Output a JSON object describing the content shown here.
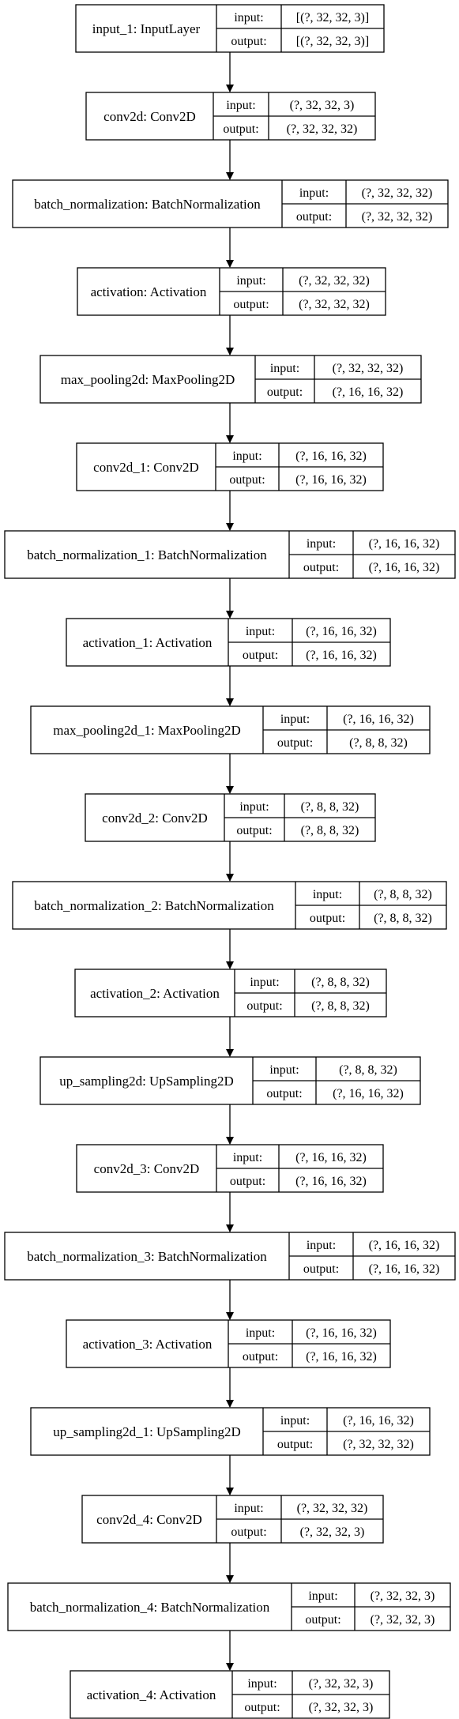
{
  "io_labels": {
    "input": "input:",
    "output": "output:"
  },
  "layers": [
    {
      "name": "input_1: InputLayer",
      "input": "[(?, 32, 32, 3)]",
      "output": "[(?, 32, 32, 3)]"
    },
    {
      "name": "conv2d: Conv2D",
      "input": "(?, 32, 32, 3)",
      "output": "(?, 32, 32, 32)"
    },
    {
      "name": "batch_normalization: BatchNormalization",
      "input": "(?, 32, 32, 32)",
      "output": "(?, 32, 32, 32)"
    },
    {
      "name": "activation: Activation",
      "input": "(?, 32, 32, 32)",
      "output": "(?, 32, 32, 32)"
    },
    {
      "name": "max_pooling2d: MaxPooling2D",
      "input": "(?, 32, 32, 32)",
      "output": "(?, 16, 16, 32)"
    },
    {
      "name": "conv2d_1: Conv2D",
      "input": "(?, 16, 16, 32)",
      "output": "(?, 16, 16, 32)"
    },
    {
      "name": "batch_normalization_1: BatchNormalization",
      "input": "(?, 16, 16, 32)",
      "output": "(?, 16, 16, 32)"
    },
    {
      "name": "activation_1: Activation",
      "input": "(?, 16, 16, 32)",
      "output": "(?, 16, 16, 32)"
    },
    {
      "name": "max_pooling2d_1: MaxPooling2D",
      "input": "(?, 16, 16, 32)",
      "output": "(?, 8, 8, 32)"
    },
    {
      "name": "conv2d_2: Conv2D",
      "input": "(?, 8, 8, 32)",
      "output": "(?, 8, 8, 32)"
    },
    {
      "name": "batch_normalization_2: BatchNormalization",
      "input": "(?, 8, 8, 32)",
      "output": "(?, 8, 8, 32)"
    },
    {
      "name": "activation_2: Activation",
      "input": "(?, 8, 8, 32)",
      "output": "(?, 8, 8, 32)"
    },
    {
      "name": "up_sampling2d: UpSampling2D",
      "input": "(?, 8, 8, 32)",
      "output": "(?, 16, 16, 32)"
    },
    {
      "name": "conv2d_3: Conv2D",
      "input": "(?, 16, 16, 32)",
      "output": "(?, 16, 16, 32)"
    },
    {
      "name": "batch_normalization_3: BatchNormalization",
      "input": "(?, 16, 16, 32)",
      "output": "(?, 16, 16, 32)"
    },
    {
      "name": "activation_3: Activation",
      "input": "(?, 16, 16, 32)",
      "output": "(?, 16, 16, 32)"
    },
    {
      "name": "up_sampling2d_1: UpSampling2D",
      "input": "(?, 16, 16, 32)",
      "output": "(?, 32, 32, 32)"
    },
    {
      "name": "conv2d_4: Conv2D",
      "input": "(?, 32, 32, 32)",
      "output": "(?, 32, 32, 3)"
    },
    {
      "name": "batch_normalization_4: BatchNormalization",
      "input": "(?, 32, 32, 3)",
      "output": "(?, 32, 32, 3)"
    },
    {
      "name": "activation_4: Activation",
      "input": "(?, 32, 32, 3)",
      "output": "(?, 32, 32, 3)"
    }
  ]
}
